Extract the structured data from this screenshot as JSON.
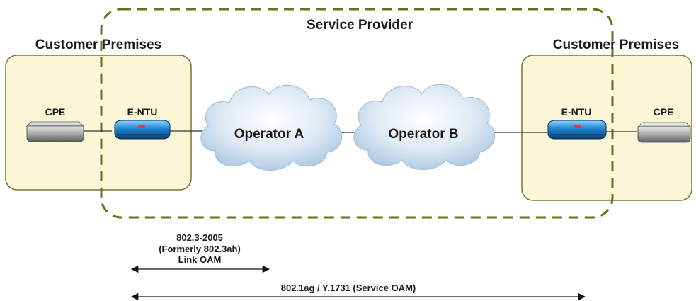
{
  "diagram": {
    "service_provider_label": "Service Provider",
    "left_premises_label": "Customer Premises",
    "right_premises_label": "Customer Premises",
    "left_cpe_label": "CPE",
    "left_entu_label": "E-NTU",
    "right_entu_label": "E-NTU",
    "right_cpe_label": "CPE",
    "operator_a_label": "Operator A",
    "operator_b_label": "Operator B",
    "link_oam_lines": [
      "802.3-2005",
      "(Formerly 802.3ah)",
      "Link OAM"
    ],
    "service_oam_label": "802.1ag / Y.1731 (Service OAM)",
    "colors": {
      "premises_fill": "#fbf6d6",
      "premises_border": "#7a7240",
      "provider_dash": "#6f6a1c",
      "cloud_fill": "#d7e6f3",
      "cloud_edge": "#9fbfdc",
      "entu_blue": "#1f86d4",
      "cpe_gray": "#9a9a9a",
      "text": "#1a1a1a"
    }
  }
}
